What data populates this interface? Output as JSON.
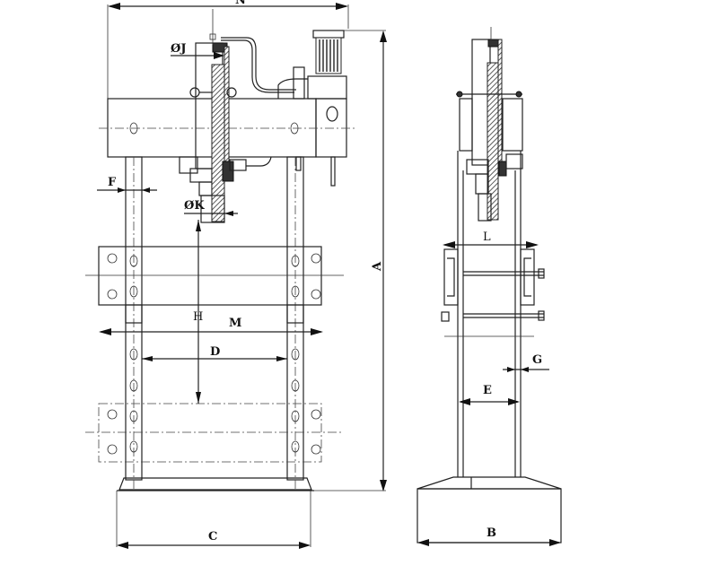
{
  "drawing": {
    "front_view": {
      "labels": {
        "overall_width": "N",
        "cylinder_bore": "ØJ",
        "column_dia": "F",
        "rod_dia": "ØK",
        "stroke": "H",
        "bolster_width": "M",
        "daylight_width": "D",
        "overall_height": "A",
        "base_width": "C"
      }
    },
    "side_view": {
      "labels": {
        "bolster_depth": "L",
        "column_gap": "G",
        "inner_depth": "E",
        "base_depth": "B"
      }
    }
  }
}
